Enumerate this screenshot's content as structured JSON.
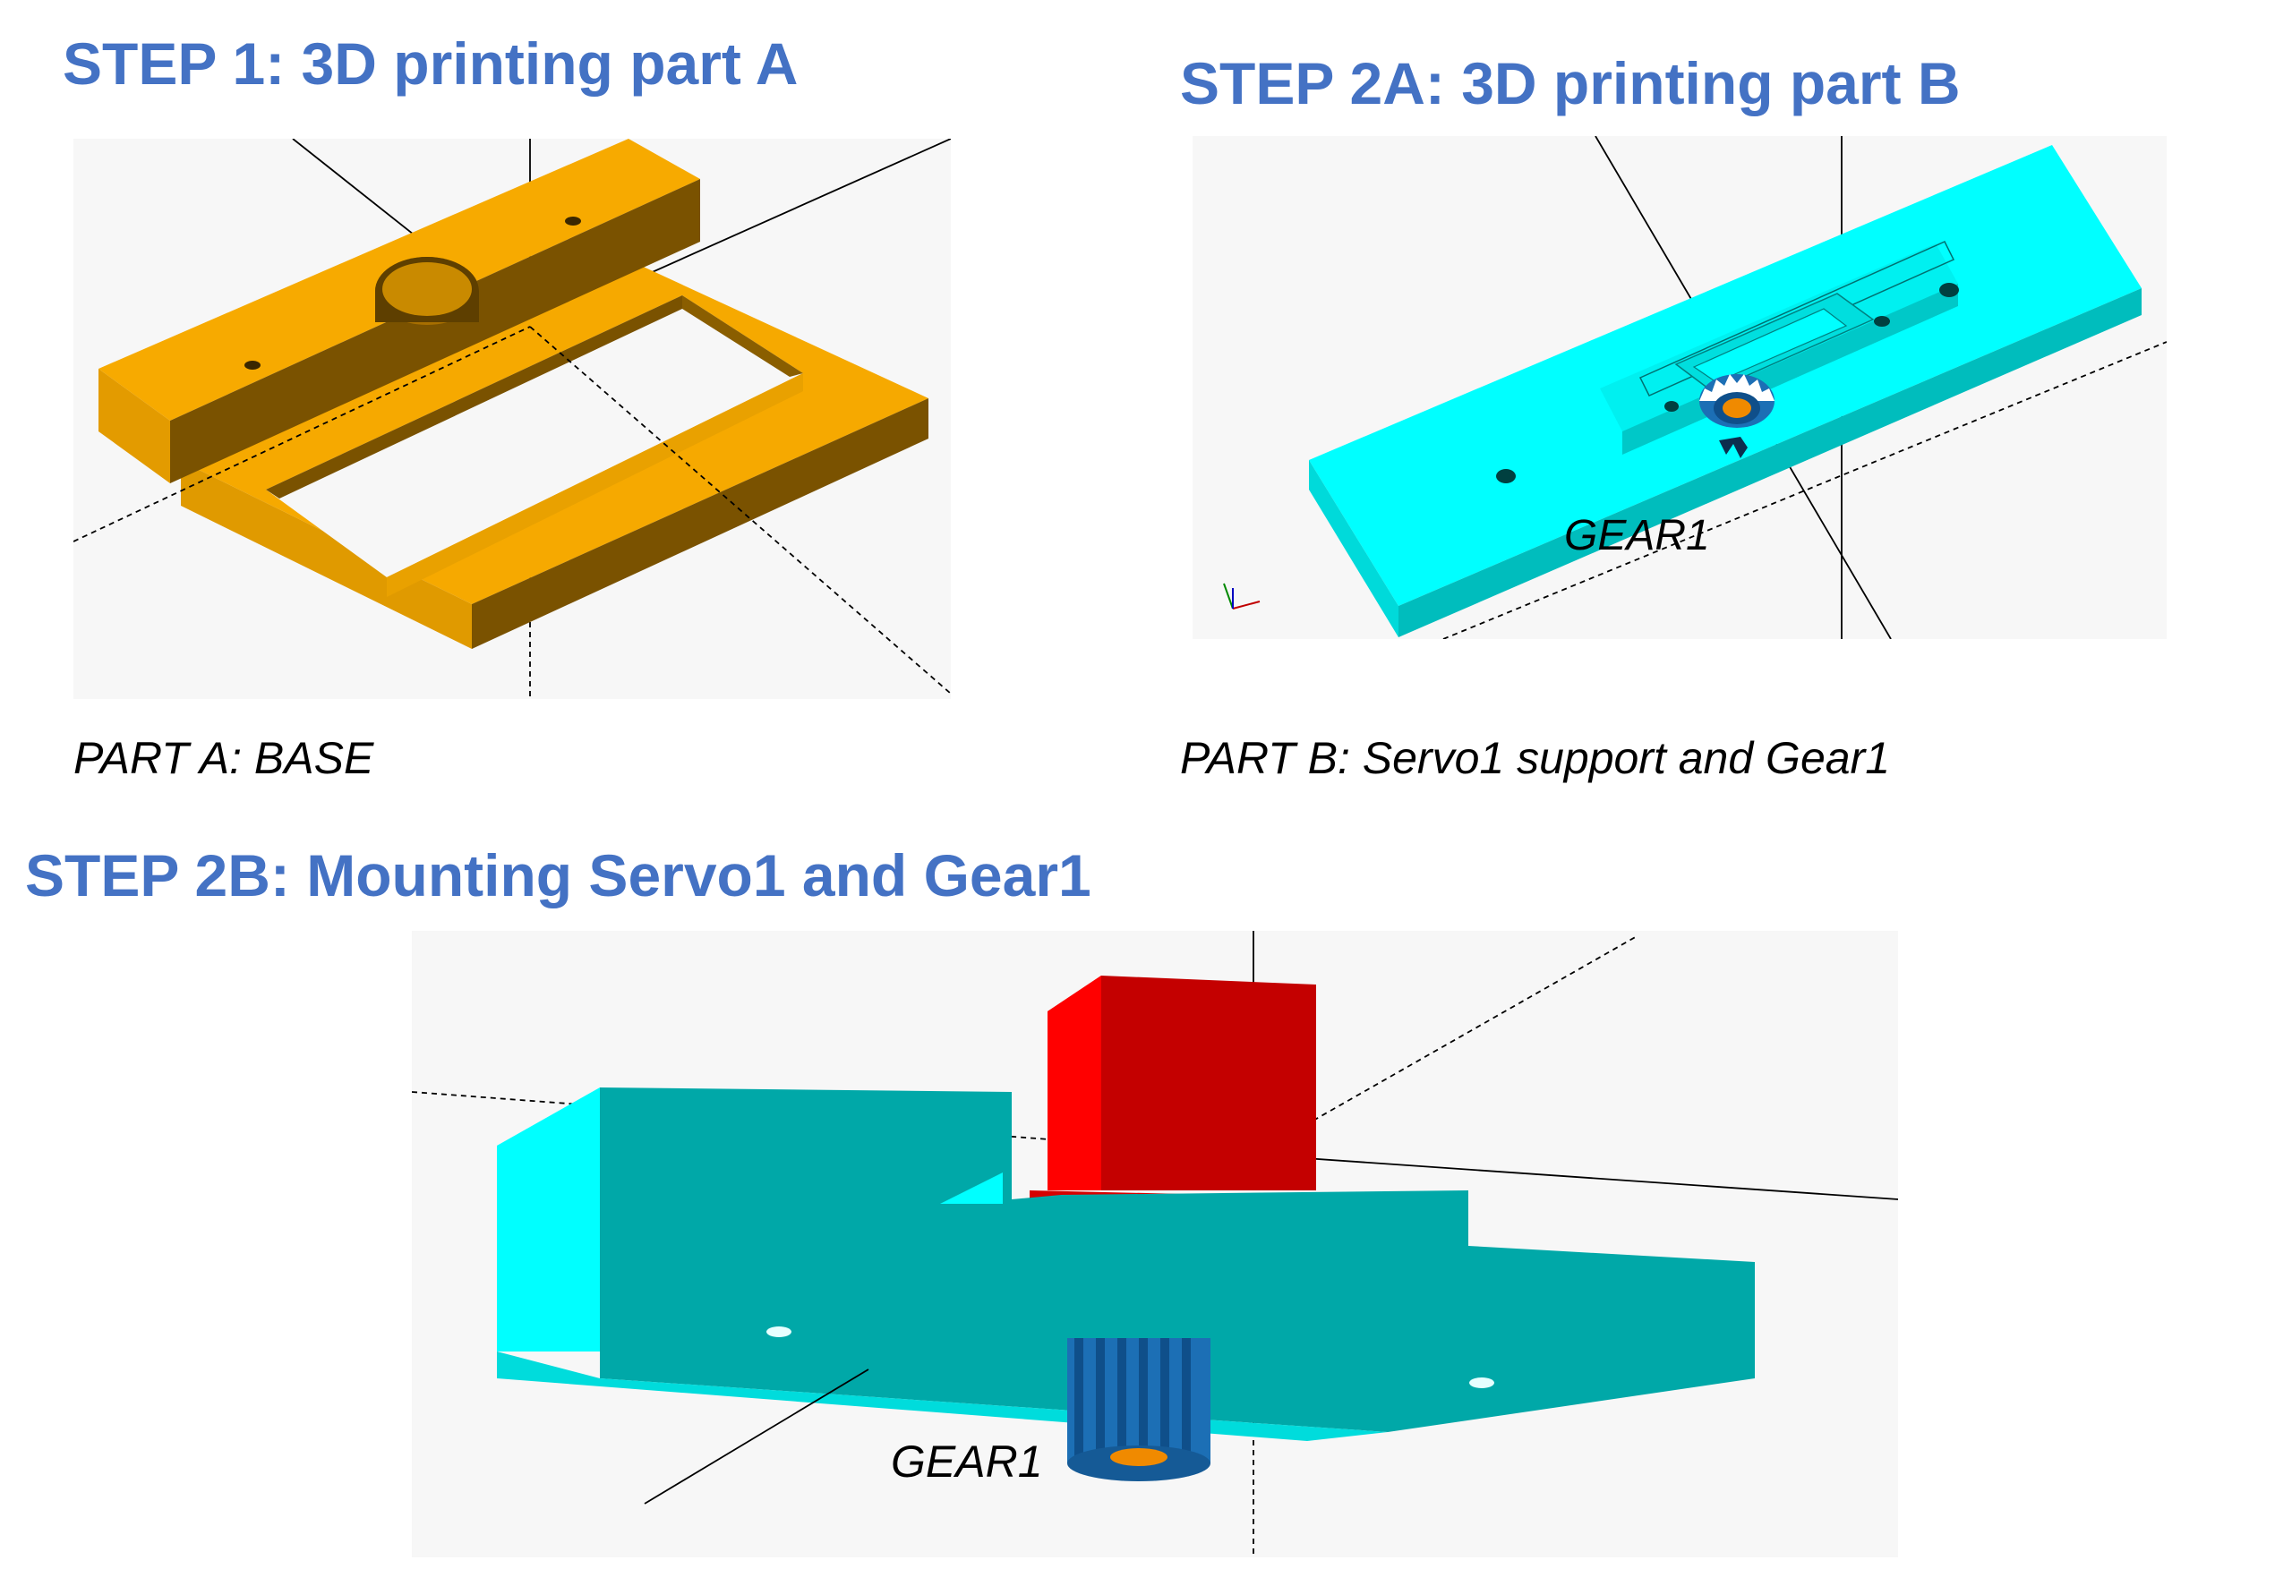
{
  "steps": {
    "step1": {
      "title": "STEP 1: 3D printing part A",
      "caption": "PART A: BASE"
    },
    "step2a": {
      "title": "STEP 2A: 3D printing part B",
      "caption": "PART B: Servo1 support and Gear1",
      "label": "GEAR1"
    },
    "step2b": {
      "title": "STEP 2B: Mounting Servo1 and Gear1",
      "label": "GEAR1"
    }
  },
  "colors": {
    "heading": "#4472c4",
    "part_a": "#f5a800",
    "part_b": "#00ffff",
    "servo": "#ff0000",
    "gear": "#1c6fb5",
    "gear_hub": "#f08a00",
    "viewport_bg": "#f7f7f7"
  }
}
